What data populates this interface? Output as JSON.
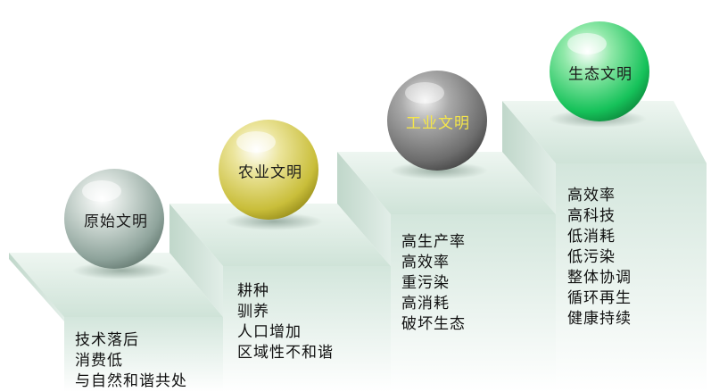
{
  "stages": [
    {
      "title": "原始文明",
      "ball_color": "#8fa49c",
      "title_color": "#1a1a1a",
      "items": [
        "技术落后",
        "消费低",
        "与自然和谐共处"
      ]
    },
    {
      "title": "农业文明",
      "ball_color": "#c9be3a",
      "title_color": "#1a1a1a",
      "items": [
        "耕种",
        "驯养",
        "人口增加",
        "区域性不和谐"
      ]
    },
    {
      "title": "工业文明",
      "ball_color": "#6d6d6d",
      "title_color": "#f5e64a",
      "items": [
        "高生产率",
        "高效率",
        "重污染",
        "高消耗",
        "破坏生态"
      ]
    },
    {
      "title": "生态文明",
      "ball_color": "#16c25a",
      "title_color": "#1a1a1a",
      "items": [
        "高效率",
        "高科技",
        "低消耗",
        "低污染",
        "整体协调",
        "循环再生",
        "健康持续"
      ]
    }
  ],
  "step_color": "#dcece4"
}
